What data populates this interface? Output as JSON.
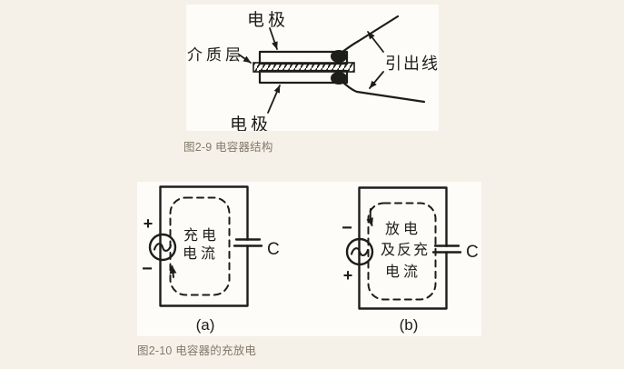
{
  "colors": {
    "background": "#f5f1e8",
    "panel": "#fdfcf8",
    "ink": "#1d1d1b",
    "caption_text": "#82796b"
  },
  "figure1": {
    "caption": "图2-9 电容器结构",
    "labels": {
      "electrode_top": "电极",
      "dielectric_layer": "介质层",
      "electrode_bottom": "电极",
      "lead_wires": "引出线"
    }
  },
  "figure2": {
    "caption": "图2-10 电容器的充放电",
    "circuit_a": {
      "sublabel": "(a)",
      "polarity_top": "+",
      "polarity_bottom": "−",
      "source_symbol": "~",
      "current_line1": "充电",
      "current_line2": "电流",
      "capacitor_label": "C"
    },
    "circuit_b": {
      "sublabel": "(b)",
      "polarity_top": "−",
      "polarity_bottom": "+",
      "source_symbol": "~",
      "current_line1": "放电",
      "current_line2": "及反充",
      "current_line3": "电流",
      "capacitor_label": "C"
    }
  }
}
